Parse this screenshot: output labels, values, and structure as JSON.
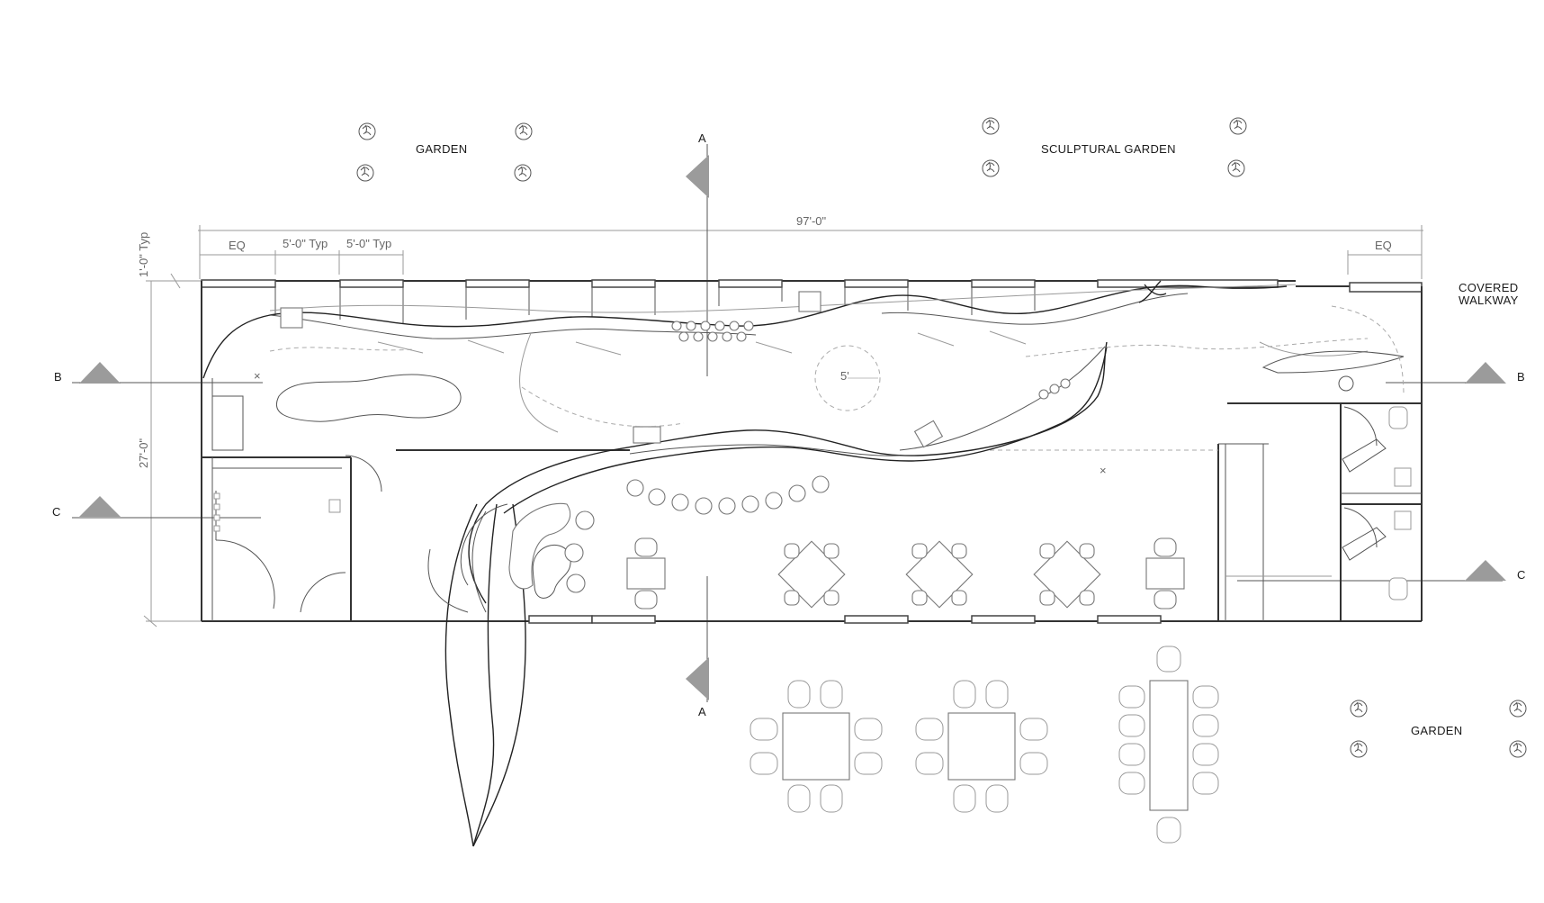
{
  "labels": {
    "garden_top": "GARDEN",
    "sculptural_garden": "SCULPTURAL GARDEN",
    "covered_walkway_line1": "COVERED",
    "covered_walkway_line2": "WALKWAY",
    "garden_bottom": "GARDEN"
  },
  "dimensions": {
    "overall_width": "97'-0\"",
    "eq_left": "EQ",
    "eq_right": "EQ",
    "typ_1": "5'-0\" Typ",
    "typ_2": "5'-0\" Typ",
    "offset": "1'-0\" Typ",
    "overall_depth": "27'-0\"",
    "circle": "5'"
  },
  "section_markers": {
    "a_top": "A",
    "a_bottom": "A",
    "b_left": "B",
    "b_right": "B",
    "c_left": "C",
    "c_right": "C"
  },
  "colors": {
    "line": "#333333",
    "marker": "#9b9b9b",
    "background": "#ffffff"
  }
}
